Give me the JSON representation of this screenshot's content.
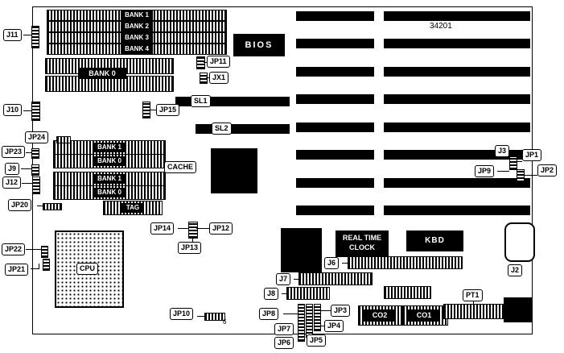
{
  "part_number": "34201",
  "memory": {
    "simm_banks": [
      "BANK 1",
      "BANK 2",
      "BANK 3",
      "BANK 4"
    ],
    "dram_bank_label": "BANK 0",
    "cache_rows": [
      "BANK 1",
      "BANK 0",
      "BANK 1",
      "BANK 0"
    ],
    "cache_label": "CACHE",
    "tag_label": "TAG"
  },
  "chips": {
    "bios": "BIOS",
    "cpu": "CPU",
    "rtc": [
      "REAL TIME",
      "CLOCK"
    ],
    "kbd": "KBD"
  },
  "slots": {
    "sl1": "SL1",
    "sl2": "SL2"
  },
  "c": {
    "j2": "J2",
    "j3": "J3",
    "j6": "J6",
    "j7": "J7",
    "j8": "J8",
    "j9": "J9",
    "j10": "J10",
    "j11": "J11",
    "j12": "J12",
    "jp1": "JP1",
    "jp2": "JP2",
    "jp3": "JP3",
    "jp4": "JP4",
    "jp5": "JP5",
    "jp6": "JP6",
    "jp7": "JP7",
    "jp8": "JP8",
    "jp9": "JP9",
    "jp10": "JP10",
    "jp11": "JP11",
    "jp12": "JP12",
    "jp13": "JP13",
    "jp14": "JP14",
    "jp15": "JP15",
    "jp20": "JP20",
    "jp21": "JP21",
    "jp22": "JP22",
    "jp23": "JP23",
    "jp24": "JP24",
    "jx1": "JX1",
    "co1": "CO1",
    "co2": "CO2",
    "pt1": "PT1"
  },
  "annotations": {
    "jp10_pin_count": "6"
  }
}
